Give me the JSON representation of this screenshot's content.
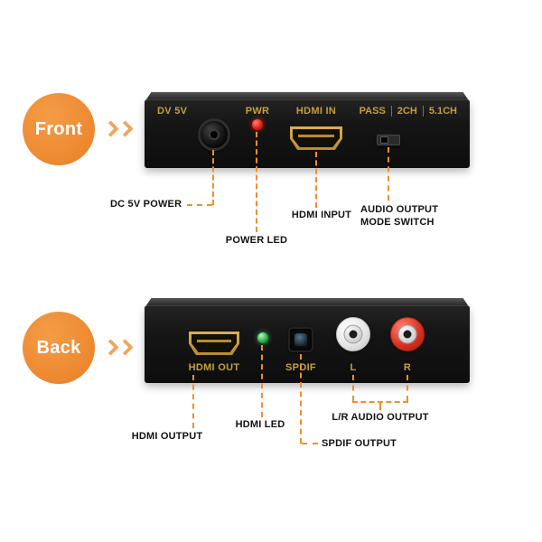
{
  "front": {
    "badge": "Front",
    "panel": {
      "dc_label": "DV 5V",
      "pwr_label": "PWR",
      "hdmi_label": "HDMI IN",
      "switch_labels": [
        "PASS",
        "2CH",
        "5.1CH"
      ]
    },
    "callouts": {
      "dc_power": "DC 5V POWER",
      "power_led": "POWER LED",
      "hdmi_input": "HDMI INPUT",
      "mode_switch_line1": "AUDIO OUTPUT",
      "mode_switch_line2": "MODE SWITCH"
    }
  },
  "back": {
    "badge": "Back",
    "panel": {
      "hdmi_label": "HDMI OUT",
      "spdif_label": "SPDIF",
      "left_label": "L",
      "right_label": "R"
    },
    "callouts": {
      "hdmi_output": "HDMI OUTPUT",
      "hdmi_led": "HDMI LED",
      "spdif_output": "SPDIF OUTPUT",
      "lr_audio_output": "L/R AUDIO OUTPUT"
    }
  },
  "colors": {
    "accent_orange": "#EE8B33",
    "leader_orange": "#EF8F2F",
    "panel_black": "#141414",
    "gold_text": "#C79F3D",
    "power_led_red": "#E01810",
    "hdmi_led_green": "#27A845",
    "rca_left_white": "#F2F2F2",
    "rca_right_red": "#D42F1D"
  }
}
